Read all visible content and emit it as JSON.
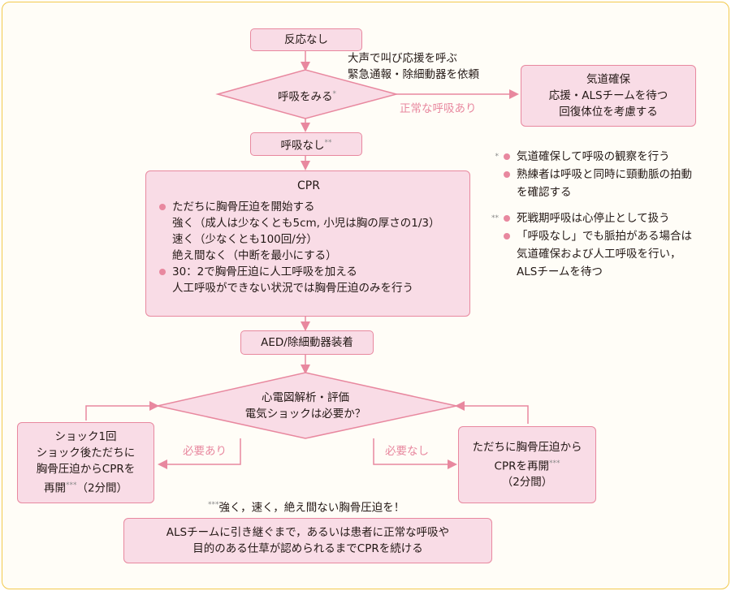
{
  "nodes": {
    "start": "反応なし",
    "call_lines": [
      "大声で叫び応援を呼ぶ",
      "緊急通報・除細動器を依頼"
    ],
    "check_breathing": "呼吸をみる",
    "normal_breathing_label": "正常な呼吸あり",
    "airway_box": [
      "気道確保",
      "応援・ALSチームを待つ",
      "回復体位を考慮する"
    ],
    "no_breathing": "呼吸なし",
    "cpr": {
      "title": "CPR",
      "bullet1": "ただちに胸骨圧迫を開始する",
      "sub_lines": [
        "強く（成人は少なくとも5cm, 小児は胸の厚さの1/3）",
        "速く（少なくとも100回/分）",
        "絶え間なく（中断を最小にする）"
      ],
      "bullet2": "30：2で胸骨圧迫に人工呼吸を加える",
      "bullet2_sub": "人工呼吸ができない状況では胸骨圧迫のみを行う"
    },
    "aed": "AED/除細動器装着",
    "rhythm_check": [
      "心電図解析・評価",
      "電気ショックは必要か？"
    ],
    "shock_needed_label": "必要あり",
    "shock_not_needed_label": "必要なし",
    "shock_box": [
      "ショック1回",
      "ショック後ただちに",
      "胸骨圧迫からCPRを",
      "再開",
      "（2分間）"
    ],
    "resume_box": [
      "ただちに胸骨圧迫から",
      "CPRを再開",
      "（2分間）"
    ],
    "footnote_push": "強く，速く，絶え間ない胸骨圧迫を！",
    "final_box": [
      "ALSチームに引き継ぐまで，あるいは患者に正常な呼吸や",
      "目的のある仕草が認められるまでCPRを続ける"
    ]
  },
  "markers": {
    "one": "*",
    "two": "**",
    "three": "***"
  },
  "notes": {
    "note1_lines": [
      "気道確保して呼吸の観察を行う"
    ],
    "note2_lines": [
      "熟練者は呼吸と同時に頸動脈の拍動",
      "を確認する"
    ],
    "note3_lines": [
      "死戦期呼吸は心停止として扱う"
    ],
    "note4_lines": [
      "「呼吸なし」でも脈拍がある場合は",
      "気道確保および人工呼吸を行い，",
      "ALSチームを待つ"
    ]
  },
  "colors": {
    "box_fill": "#f9dce6",
    "box_border": "#e8889f",
    "arrow": "#e8889f",
    "frame": "#f2c94c",
    "label": "#e8889f"
  }
}
